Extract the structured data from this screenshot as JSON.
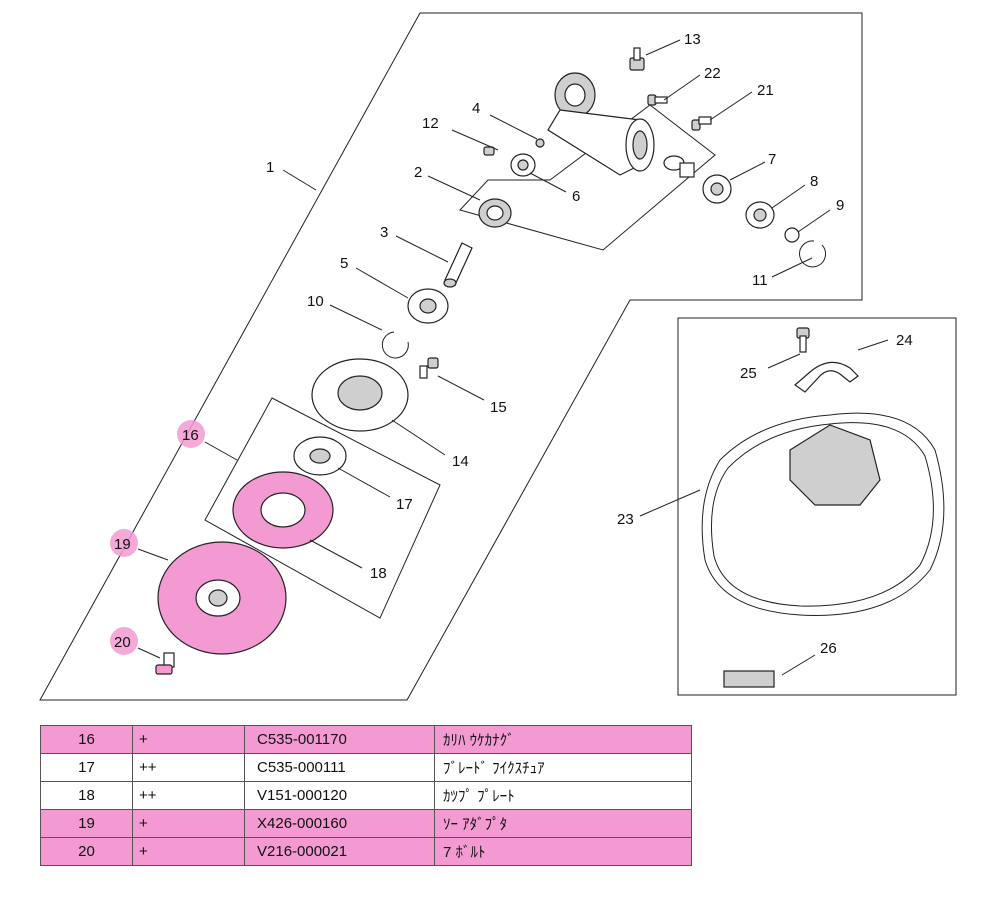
{
  "callouts": {
    "c1": "1",
    "c2": "2",
    "c3": "3",
    "c4": "4",
    "c5": "5",
    "c6": "6",
    "c7": "7",
    "c8": "8",
    "c9": "9",
    "c10": "10",
    "c11": "11",
    "c12": "12",
    "c13": "13",
    "c14": "14",
    "c15": "15",
    "c16": "16",
    "c17": "17",
    "c18": "18",
    "c19": "19",
    "c20": "20",
    "c21": "21",
    "c22": "22",
    "c23": "23",
    "c24": "24",
    "c25": "25",
    "c26": "26"
  },
  "highlighted_callouts": [
    "16",
    "19",
    "20"
  ],
  "highlight_color": "#f39ad2",
  "table": {
    "rows": [
      {
        "no": "16",
        "level": "+",
        "part_number": "C535-001170",
        "name": "ｶﾘﾊ ｳｹｶﾅｸﾞ",
        "highlighted": true
      },
      {
        "no": "17",
        "level": "++",
        "part_number": "C535-000111",
        "name": "ﾌﾞﾚｰﾄﾞ ﾌｲｸｽﾁｭｱ",
        "highlighted": false
      },
      {
        "no": "18",
        "level": "++",
        "part_number": "V151-000120",
        "name": "ｶﾂﾌﾟ ﾌﾟﾚｰﾄ",
        "highlighted": false
      },
      {
        "no": "19",
        "level": "+",
        "part_number": "X426-000160",
        "name": "ｿｰ ｱﾀﾞﾌﾟﾀ",
        "highlighted": true
      },
      {
        "no": "20",
        "level": "+",
        "part_number": "V216-000021",
        "name": "7 ﾎﾞﾙﾄ",
        "highlighted": true
      }
    ]
  }
}
